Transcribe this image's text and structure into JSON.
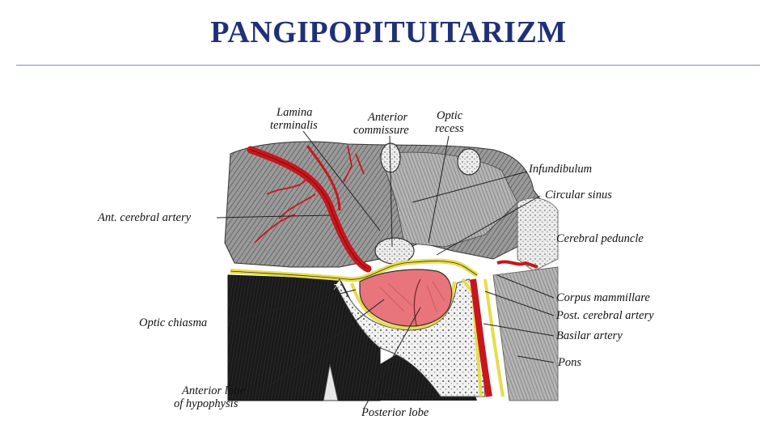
{
  "slide": {
    "title": "PANGIPOPITUITARIZM"
  },
  "diagram": {
    "labels": {
      "lamina_terminalis_1": "Lamina",
      "lamina_terminalis_2": "terminalis",
      "anterior_commissure_1": "Anterior",
      "anterior_commissure_2": "commissure",
      "optic_recess_1": "Optic",
      "optic_recess_2": "recess",
      "infundibulum": "Infundibulum",
      "circular_sinus": "Circular sinus",
      "ant_cerebral_artery": "Ant. cerebral artery",
      "cerebral_peduncle": "Cerebral peduncle",
      "corpus_mammillare": "Corpus mammillare",
      "post_cerebral_artery": "Post. cerebral artery",
      "basilar_artery": "Basilar artery",
      "pons": "Pons",
      "optic_chiasma": "Optic chiasma",
      "anterior_lobe_1": "Anterior lobe",
      "anterior_lobe_2": "of hypophysis",
      "posterior_lobe": "Posterior lobe",
      "seven_mark": "7"
    },
    "colors": {
      "artery": "#c8161d",
      "gland": "#e8747c",
      "nerve_yellow": "#e8dc4a",
      "brain_gray": "#8a8a8a",
      "sinus_black": "#151515"
    }
  }
}
